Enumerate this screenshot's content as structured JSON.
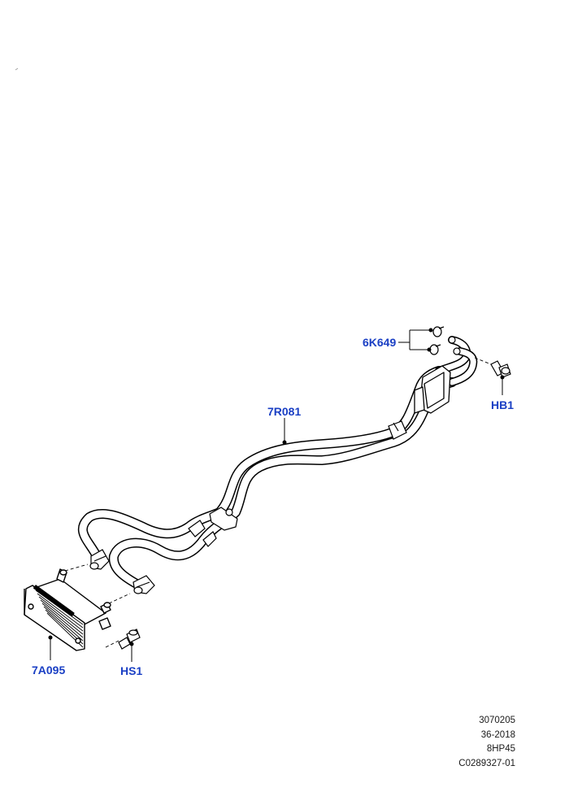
{
  "callouts": {
    "oil_cooler": "7A095",
    "screw_hs1": "HS1",
    "cooler_tube": "7R081",
    "seal_rings": "6K649",
    "bolt_hb1": "HB1"
  },
  "info_block": {
    "line1": "3070205",
    "line2": "36-2018",
    "line3": "8HP45",
    "line4": "C0289327-01"
  },
  "colors": {
    "callout_text": "#1a3fc4",
    "line_art": "#000000",
    "background": "#ffffff"
  }
}
